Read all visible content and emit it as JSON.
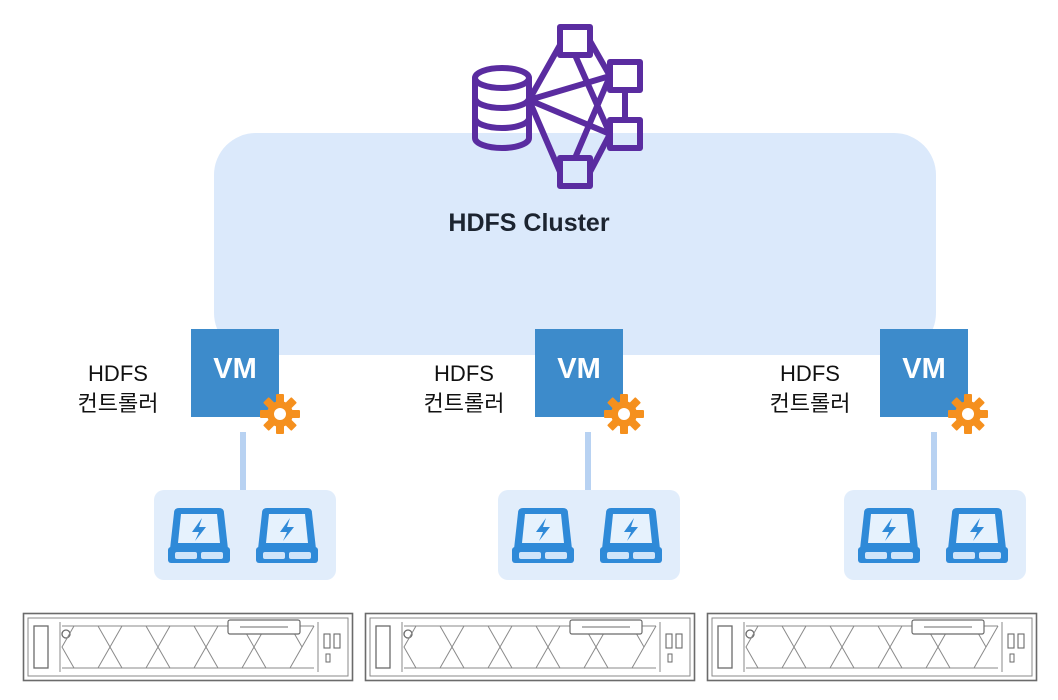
{
  "cluster": {
    "title": "HDFS Cluster",
    "icon": "database-network-icon",
    "icon_color": "#5a2ca0",
    "background_color": "#dbe9fb"
  },
  "nodes": [
    {
      "controller_line1": "HDFS",
      "controller_line2": "컨트롤러",
      "vm_label": "VM"
    },
    {
      "controller_line1": "HDFS",
      "controller_line2": "컨트롤러",
      "vm_label": "VM"
    },
    {
      "controller_line1": "HDFS",
      "controller_line2": "컨트롤러",
      "vm_label": "VM"
    }
  ],
  "colors": {
    "vm": "#3d8bcb",
    "gear": "#f5901e",
    "ssd": "#2f8ad8",
    "disk_group_bg": "#e1edfb",
    "server_outline": "#6b6b6b"
  },
  "icons": {
    "gear": "gear-icon",
    "ssd": "ssd-flash-icon",
    "server": "rack-server-icon"
  }
}
